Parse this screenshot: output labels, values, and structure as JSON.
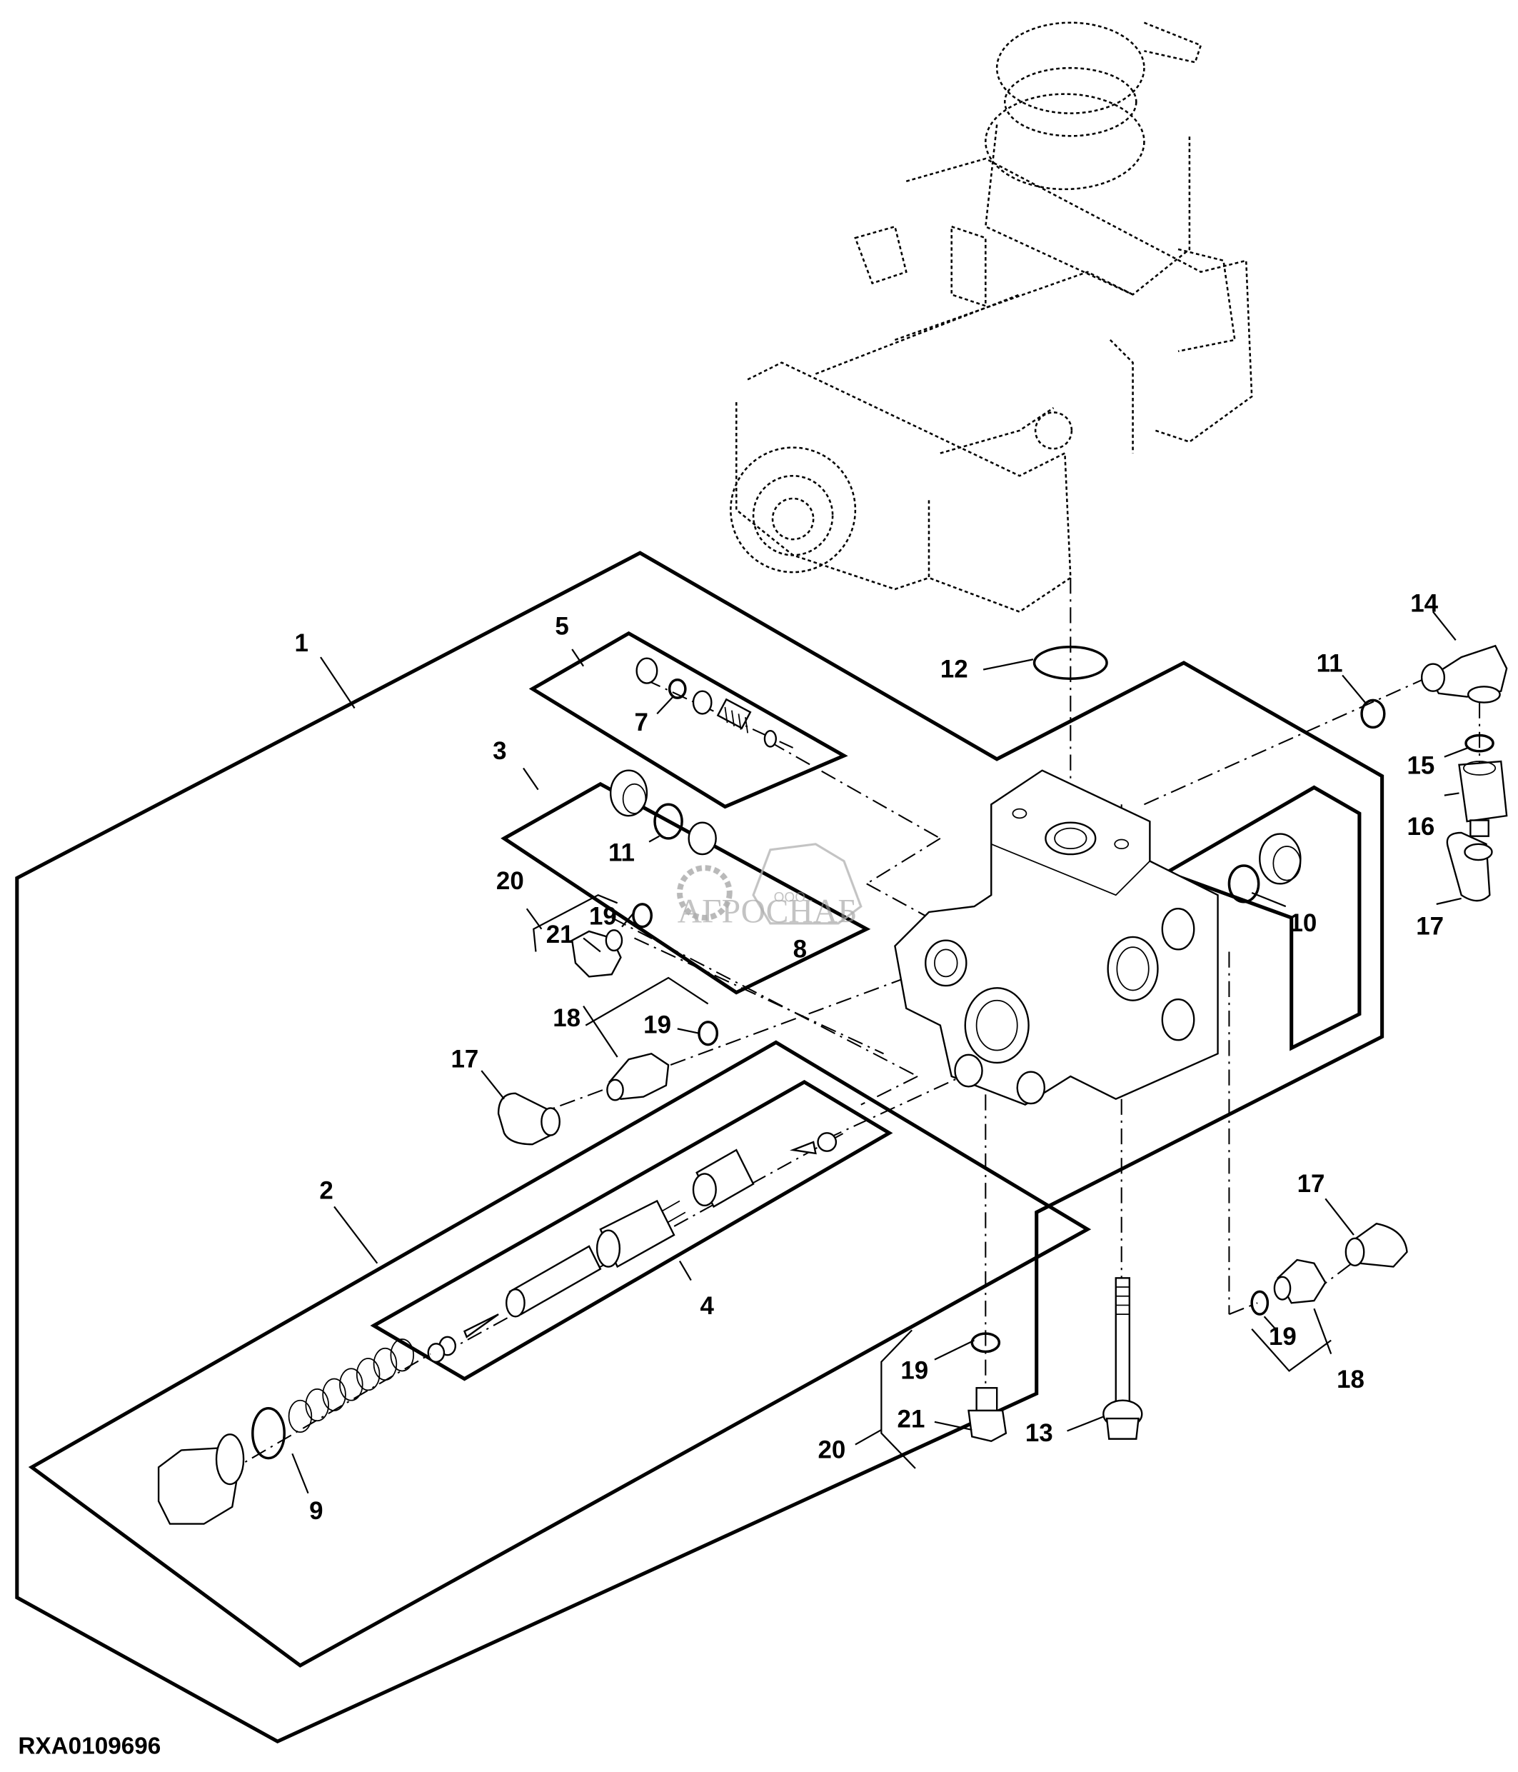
{
  "diagram": {
    "title": "Hydraulic valve assembly exploded view",
    "reference_code": "RXA0109696",
    "watermark": {
      "company_prefix": "ООО",
      "company_name": "АГРОСНАБ"
    },
    "callouts": {
      "c1": "1",
      "c2": "2",
      "c3": "3",
      "c4": "4",
      "c5": "5",
      "c7": "7",
      "c8": "8",
      "c9": "9",
      "c10": "10",
      "c11a": "11",
      "c11b": "11",
      "c12": "12",
      "c13": "13",
      "c14": "14",
      "c15": "15",
      "c16": "16",
      "c17a": "17",
      "c17b": "17",
      "c17c": "17",
      "c18a": "18",
      "c18b": "18",
      "c19a": "19",
      "c19b": "19",
      "c19c": "19",
      "c19d": "19",
      "c20a": "20",
      "c20b": "20",
      "c21a": "21",
      "c21b": "21"
    }
  }
}
